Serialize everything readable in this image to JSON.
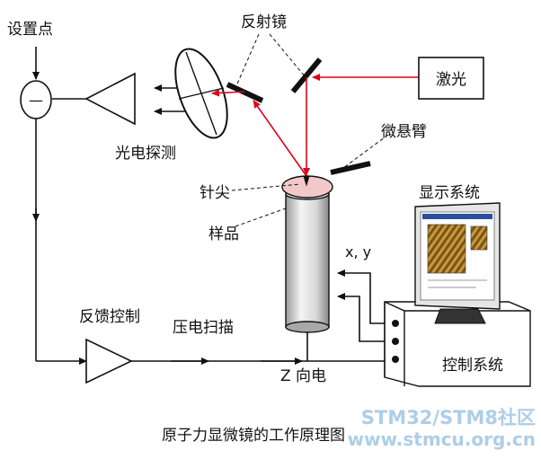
{
  "labels": {
    "setpoint": "设置点",
    "reflector": "反射镜",
    "laser": "激光",
    "photodetector": "光电探测",
    "cantilever": "微悬臂",
    "tip": "针尖",
    "sample": "样品",
    "display_system": "显示系统",
    "xy": "x, y",
    "feedback_control": "反馈控制",
    "piezo_scan": "压电扫描",
    "z_direction": "Z 向电",
    "control_system": "控制系统",
    "minus_sign": "—"
  },
  "caption": "原子力显微镜的工作原理图",
  "watermark": {
    "line1": "STM32/STM8社区",
    "line2": "www.stmcu.org.cn"
  },
  "colors": {
    "laser_beam": "#e0001a",
    "line": "#111111",
    "sample_top": "#f2c8c8",
    "screen_bg": "#ffffff",
    "watermark": "#9fc5e3"
  }
}
